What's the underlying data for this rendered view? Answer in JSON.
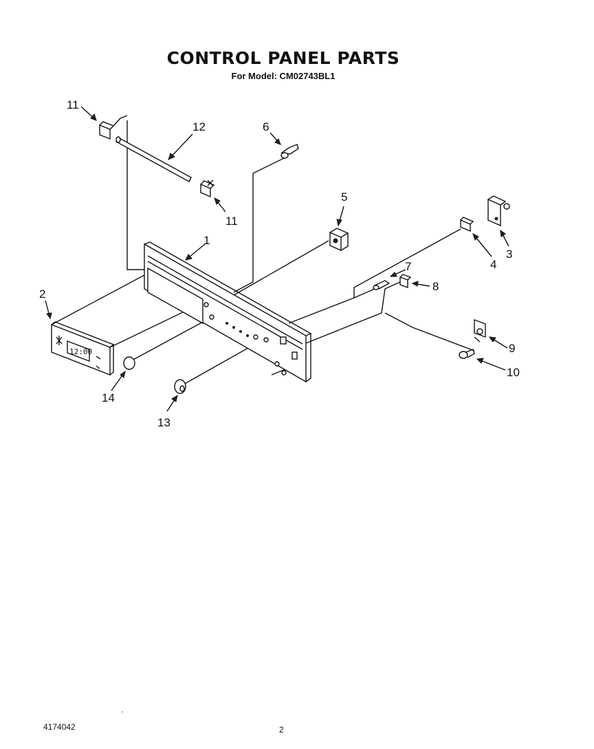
{
  "header": {
    "title": "CONTROL PANEL PARTS",
    "subtitle": "For Model: CM02743BL1"
  },
  "footer": {
    "doc_number": "4174042",
    "page_number": "2"
  },
  "diagram": {
    "display_text": "12:00",
    "callouts": {
      "c1": "1",
      "c2": "2",
      "c3": "3",
      "c4": "4",
      "c5": "5",
      "c6": "6",
      "c7": "7",
      "c8": "8",
      "c9": "9",
      "c10": "10",
      "c11a": "11",
      "c11b": "11",
      "c12": "12",
      "c13": "13",
      "c14": "14"
    }
  }
}
